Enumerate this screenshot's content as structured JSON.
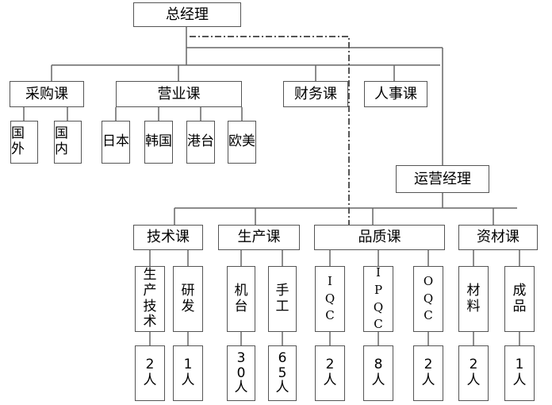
{
  "ceo": "总经理",
  "top_departments": {
    "purchasing": {
      "label": "采购课",
      "subs": [
        "国外",
        "国内"
      ]
    },
    "sales": {
      "label": "营业课",
      "subs": [
        "日本",
        "韩国",
        "港台",
        "欧美"
      ]
    },
    "finance": "财务课",
    "hr": "人事课"
  },
  "operations_manager": "运营经理",
  "ops_departments": {
    "technical": {
      "label": "技术课",
      "units": [
        {
          "name": "生产技术",
          "headcount": "2人"
        },
        {
          "name": "研发",
          "headcount": "1人"
        }
      ]
    },
    "production": {
      "label": "生产课",
      "units": [
        {
          "name": "机台",
          "headcount": "30人"
        },
        {
          "name": "手工",
          "headcount": "65人"
        }
      ]
    },
    "quality": {
      "label": "品质课",
      "units": [
        {
          "name": "IQC",
          "headcount": "2人"
        },
        {
          "name": "IPQC",
          "headcount": "8人"
        },
        {
          "name": "OQC",
          "headcount": "2人"
        }
      ]
    },
    "materials": {
      "label": "资材课",
      "units": [
        {
          "name": "材料",
          "headcount": "2人"
        },
        {
          "name": "成品",
          "headcount": "1人"
        }
      ]
    }
  }
}
